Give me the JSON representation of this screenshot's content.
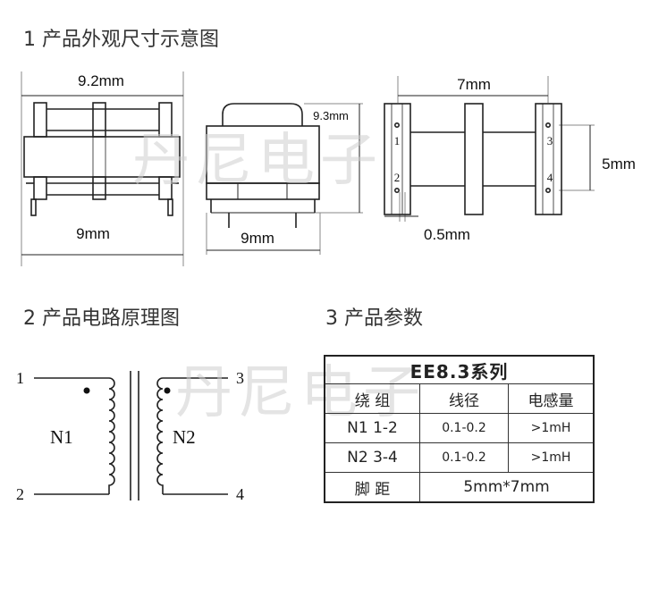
{
  "sections": {
    "dimensions_title": "1 产品外观尺寸示意图",
    "schematic_title": "2 产品电路原理图",
    "params_title": "3 产品参数"
  },
  "dimensions": {
    "front_top_width": "9.2mm",
    "front_bottom_width": "9mm",
    "side_height": "9.3mm",
    "side_bottom_width": "9mm",
    "bottom_width": "7mm",
    "bottom_pin_spacing": "5mm",
    "pin_thickness": "0.5mm",
    "pin_labels": [
      "1",
      "2",
      "3",
      "4"
    ]
  },
  "schematic": {
    "pins": [
      "1",
      "2",
      "3",
      "4"
    ],
    "primary": "N1",
    "secondary": "N2"
  },
  "params": {
    "title": "EE8.3系列",
    "headers": [
      "绕 组",
      "线径",
      "电感量"
    ],
    "rows": [
      {
        "winding": "N1  1-2",
        "wire": "0.1-0.2",
        "inductance": ">1mH"
      },
      {
        "winding": "N2  3-4",
        "wire": "0.1-0.2",
        "inductance": ">1mH"
      }
    ],
    "pitch_label": "脚 距",
    "pitch_value": "5mm*7mm"
  },
  "watermark": "丹尼电子"
}
